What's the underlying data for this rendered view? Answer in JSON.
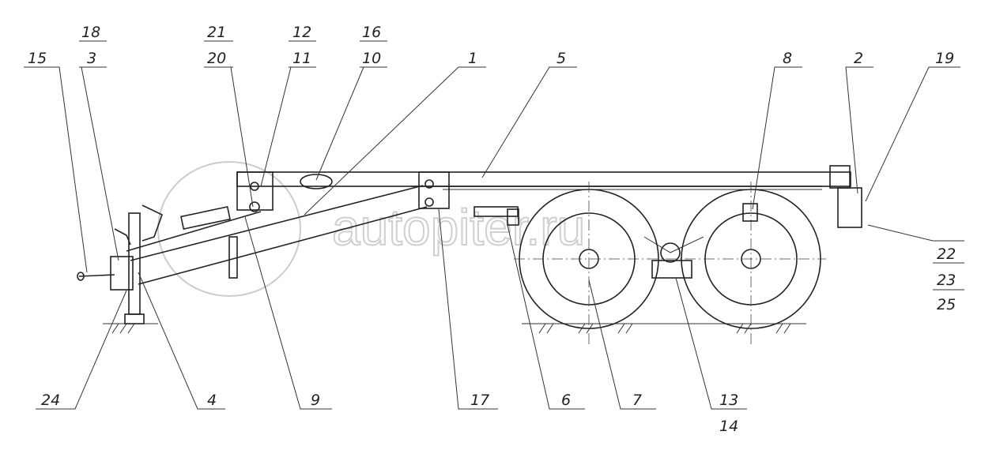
{
  "watermark": "autopiter.ru",
  "callouts": {
    "c15": "15",
    "c18": "18",
    "c3": "3",
    "c21": "21",
    "c20": "20",
    "c12": "12",
    "c11": "11",
    "c16": "16",
    "c10": "10",
    "c1": "1",
    "c5": "5",
    "c8": "8",
    "c2": "2",
    "c19": "19",
    "c22": "22",
    "c23": "23",
    "c25": "25",
    "c24": "24",
    "c4": "4",
    "c9": "9",
    "c17": "17",
    "c6": "6",
    "c7": "7",
    "c13": "13",
    "c14": "14"
  }
}
